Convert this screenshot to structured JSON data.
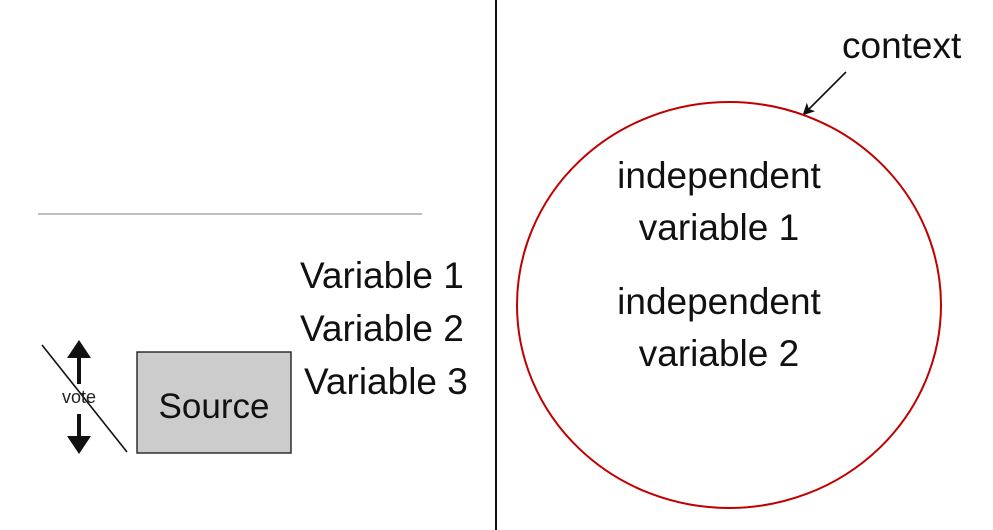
{
  "left_panel": {
    "source_box": {
      "label": "Source",
      "fill_color": "#cccccc",
      "stroke_color": "#222222"
    },
    "vote_control": {
      "label": "vote",
      "up_icon": "arrow-up-icon",
      "down_icon": "arrow-down-icon"
    },
    "variables": [
      "Variable 1",
      "Variable 2",
      "Variable 3"
    ],
    "separator_color": "#999999"
  },
  "right_panel": {
    "context_label": "context",
    "context_circle_color": "#c00000",
    "independent_variables": [
      {
        "line1": "independent",
        "line2": "variable 1"
      },
      {
        "line1": "independent",
        "line2": "variable 2"
      }
    ]
  },
  "divider_color": "#111111"
}
